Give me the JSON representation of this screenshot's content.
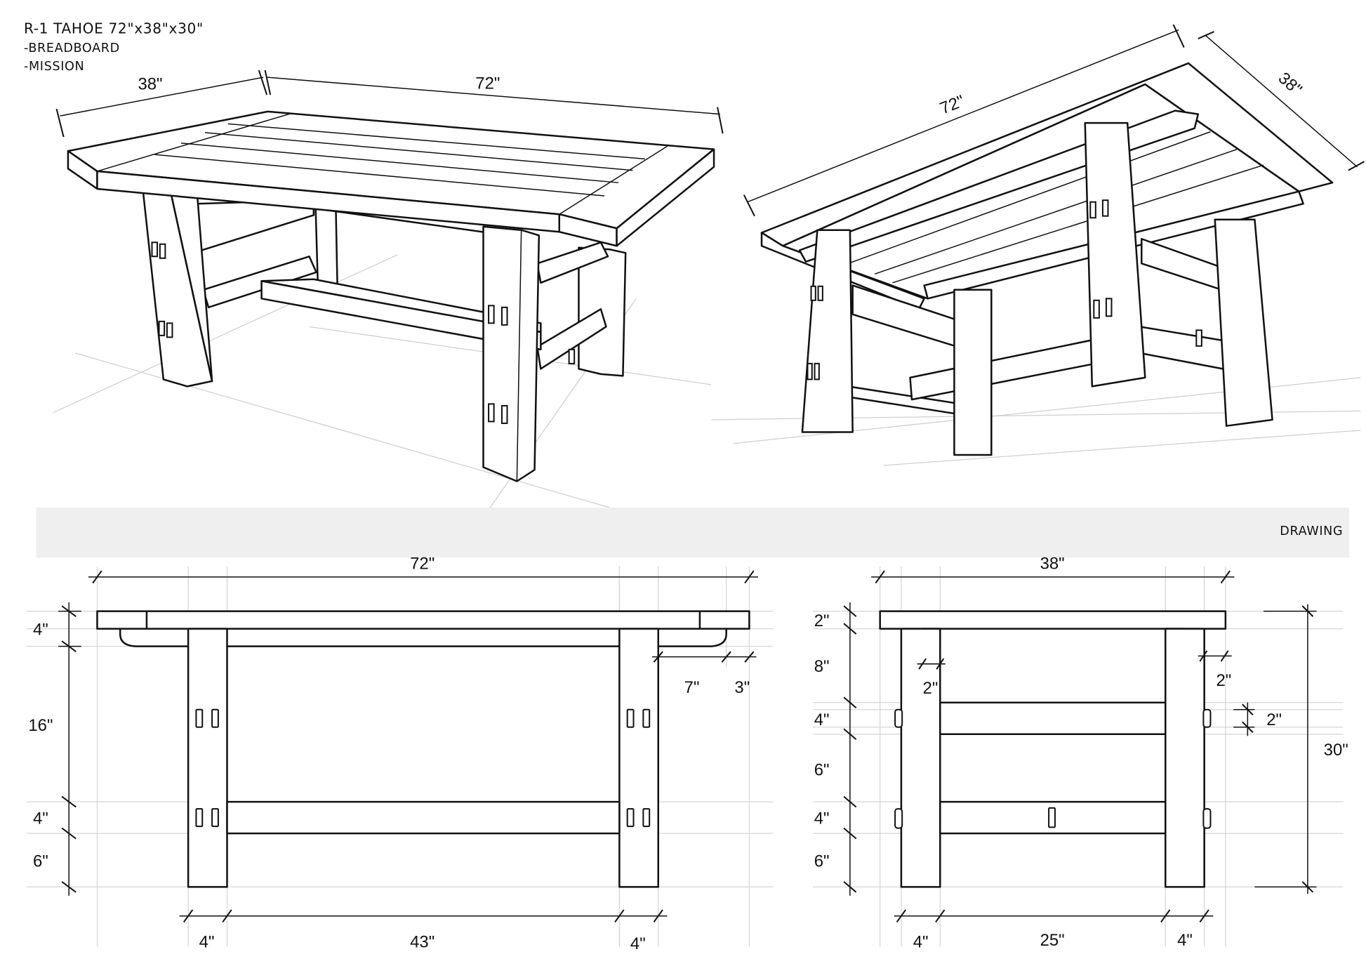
{
  "title": {
    "line1": "R-1 TAHOE  72\"x38\"x30\"",
    "line2": "-BREADBOARD",
    "line3": "-MISSION"
  },
  "perspective_left": {
    "width": "38\"",
    "length": "72\""
  },
  "perspective_right": {
    "length": "72\"",
    "width": "38\""
  },
  "band": {
    "label": "DRAWING"
  },
  "front_elevation": {
    "overall_length": "72\"",
    "heights": [
      "4\"",
      "16\"",
      "4\"",
      "6\""
    ],
    "overhang": [
      "7\"",
      "3\""
    ],
    "bottom": [
      "4\"",
      "43\"",
      "4\""
    ]
  },
  "side_elevation": {
    "overall_width": "38\"",
    "heights": [
      "2\"",
      "8\"",
      "4\"",
      "6\"",
      "4\"",
      "6\""
    ],
    "overall_height": "30\"",
    "cleat_left": "2\"",
    "cleat_right": "2\"",
    "tenon": "2\"",
    "bottom": [
      "4\"",
      "25\"",
      "4\""
    ]
  }
}
